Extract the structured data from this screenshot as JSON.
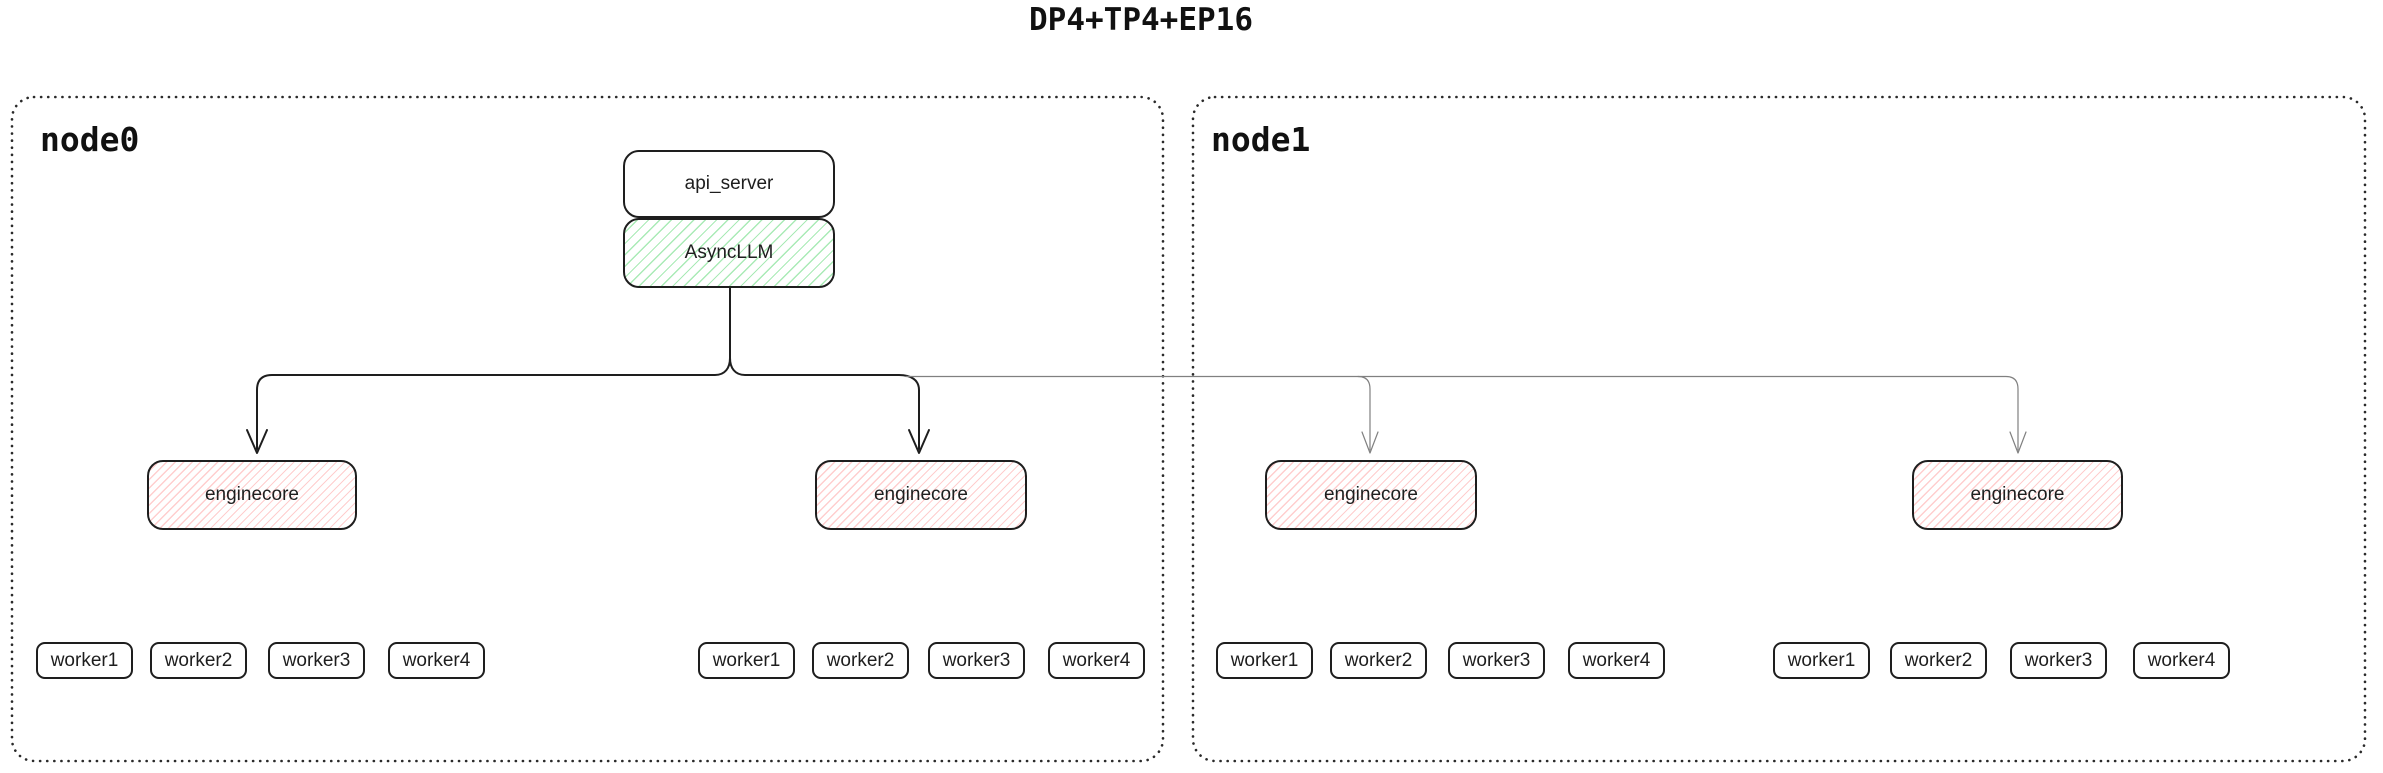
{
  "title": "DP4+TP4+EP16",
  "nodes": [
    {
      "label": "node0"
    },
    {
      "label": "node1"
    }
  ],
  "pipeline": {
    "api_server_label": "api_server",
    "async_llm_label": "AsyncLLM"
  },
  "enginecores": [
    {
      "label": "enginecore"
    },
    {
      "label": "enginecore"
    },
    {
      "label": "enginecore"
    },
    {
      "label": "enginecore"
    }
  ],
  "workers": {
    "groups": [
      [
        "worker1",
        "worker2",
        "worker3",
        "worker4"
      ],
      [
        "worker1",
        "worker2",
        "worker3",
        "worker4"
      ],
      [
        "worker1",
        "worker2",
        "worker3",
        "worker4"
      ],
      [
        "worker1",
        "worker2",
        "worker3",
        "worker4"
      ]
    ]
  },
  "colors": {
    "ink": "#1e1e1e",
    "thin_line": "#808080",
    "green_hatch": "#54d66e",
    "red_hatch": "#ff6b6b"
  }
}
